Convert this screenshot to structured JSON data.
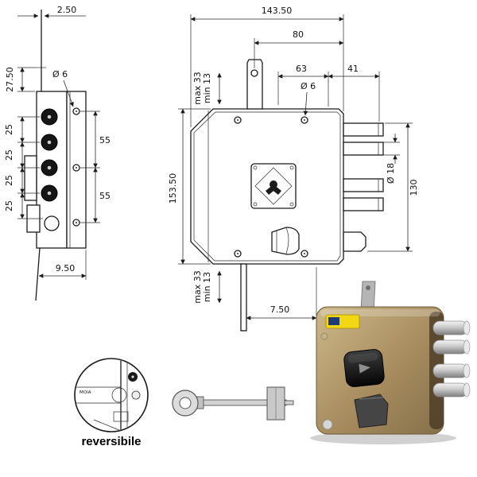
{
  "side_view": {
    "dim_rod": "2.50",
    "dim_top": "27.50",
    "dia_screw": "Ø 6",
    "pitch": [
      "25",
      "25",
      "25",
      "25"
    ],
    "screw_span": [
      "55",
      "55"
    ],
    "dim_bottom": "9.50"
  },
  "front_view": {
    "dim_width": "143.50",
    "dim_80": "80",
    "dim_63": "63",
    "dim_41": "41",
    "max_top": "max 33",
    "min_top": "min 13",
    "dia_screw": "Ø 6",
    "dia_pin": "Ø 18",
    "dim_height": "153.50",
    "dim_pins": "130",
    "max_bottom": "max 33",
    "min_bottom": "min 13",
    "dim_rod": "7.50"
  },
  "detail": {
    "caption": "reversibile",
    "micro_label": "MOIA"
  },
  "colors": {
    "line": "#1a1a1a",
    "body_bronze": "#a68c5e",
    "pin_chrome": "#c9c9c9",
    "label_yellow": "#f2d714"
  }
}
